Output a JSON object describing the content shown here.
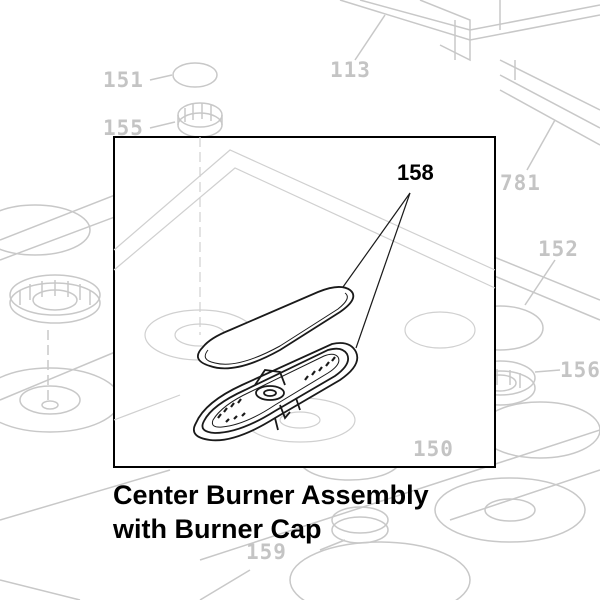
{
  "background_part_labels": [
    {
      "id": "p151",
      "text": "151"
    },
    {
      "id": "p155",
      "text": "155"
    },
    {
      "id": "p113",
      "text": "113"
    },
    {
      "id": "p781",
      "text": "781"
    },
    {
      "id": "p152",
      "text": "152"
    },
    {
      "id": "p156",
      "text": "156"
    },
    {
      "id": "p150",
      "text": "150"
    },
    {
      "id": "p159",
      "text": "159"
    }
  ],
  "callout": {
    "label": "158"
  },
  "caption": {
    "line1": "Center Burner Assembly",
    "line2": "with Burner Cap"
  },
  "colors": {
    "background_line": "#c8c8c8",
    "detail_line": "#1a1a1a",
    "frame": "#000000",
    "label_gray": "#c4c4c4"
  }
}
